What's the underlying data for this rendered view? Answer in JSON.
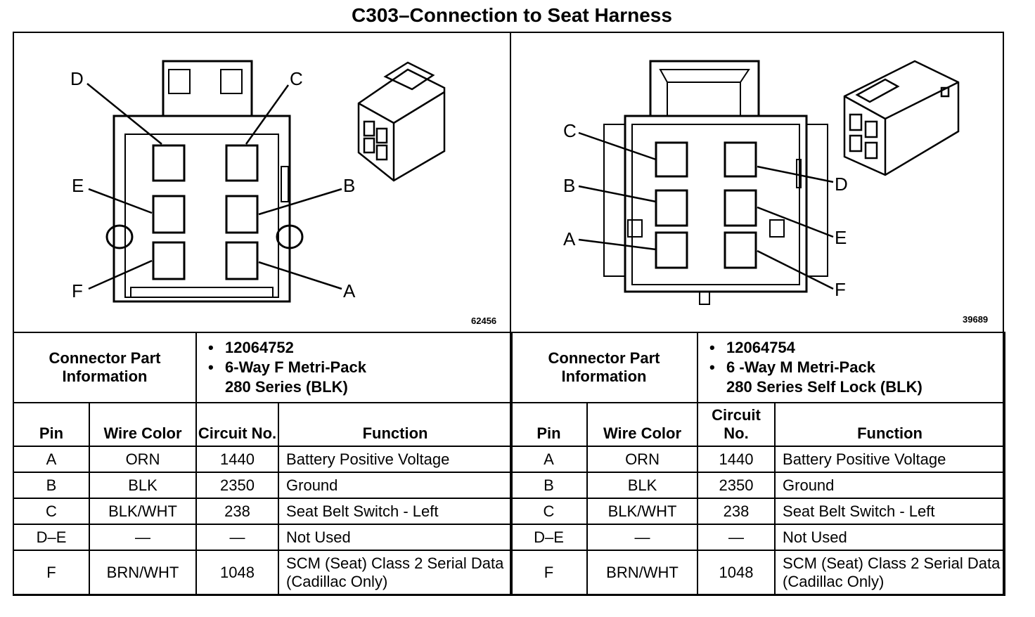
{
  "title": "C303–Connection to Seat Harness",
  "left": {
    "ref": "62456",
    "pin_labels": [
      "D",
      "C",
      "E",
      "B",
      "F",
      "A"
    ],
    "connector_label": "Connector Part Information",
    "part_number": "12064752",
    "part_desc_1": "6-Way F Metri-Pack",
    "part_desc_2": "280 Series (BLK)",
    "headers": {
      "pin": "Pin",
      "wire": "Wire Color",
      "circuit": "Circuit No.",
      "function": "Function"
    },
    "rows": [
      {
        "pin": "A",
        "wire": "ORN",
        "circuit": "1440",
        "function": "Battery Positive Voltage"
      },
      {
        "pin": "B",
        "wire": "BLK",
        "circuit": "2350",
        "function": "Ground"
      },
      {
        "pin": "C",
        "wire": "BLK/WHT",
        "circuit": "238",
        "function": "Seat Belt Switch - Left"
      },
      {
        "pin": "D–E",
        "wire": "—",
        "circuit": "—",
        "function": "Not Used"
      },
      {
        "pin": "F",
        "wire": "BRN/WHT",
        "circuit": "1048",
        "function": "SCM (Seat) Class 2 Serial Data (Cadillac Only)"
      }
    ]
  },
  "right": {
    "ref": "39689",
    "pin_labels": [
      "C",
      "D",
      "B",
      "E",
      "A",
      "F"
    ],
    "connector_label": "Connector Part Information",
    "part_number": "12064754",
    "part_desc_1": "6 -Way M Metri-Pack",
    "part_desc_2": "280 Series Self Lock (BLK)",
    "headers": {
      "pin": "Pin",
      "wire": "Wire Color",
      "circuit": "Circuit No.",
      "function": "Function"
    },
    "rows": [
      {
        "pin": "A",
        "wire": "ORN",
        "circuit": "1440",
        "function": "Battery Positive Voltage"
      },
      {
        "pin": "B",
        "wire": "BLK",
        "circuit": "2350",
        "function": "Ground"
      },
      {
        "pin": "C",
        "wire": "BLK/WHT",
        "circuit": "238",
        "function": "Seat Belt Switch - Left"
      },
      {
        "pin": "D–E",
        "wire": "—",
        "circuit": "—",
        "function": "Not Used"
      },
      {
        "pin": "F",
        "wire": "BRN/WHT",
        "circuit": "1048",
        "function": "SCM (Seat) Class 2 Serial Data (Cadillac Only)"
      }
    ]
  }
}
